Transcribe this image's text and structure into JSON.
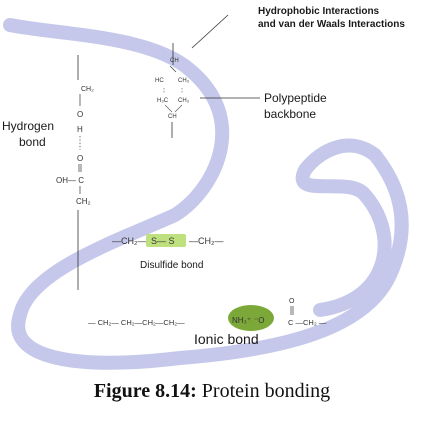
{
  "labels": {
    "hydrophobic_line1": "Hydrophobic Interactions",
    "hydrophobic_line2": "and van der Waals Interactions",
    "polypeptide_line1": "Polypeptide",
    "polypeptide_line2": "backbone",
    "hydrogen_line1": "Hydrogen",
    "hydrogen_line2": "bond",
    "disulfide": "Disulfide bond",
    "ionic": "Ionic bond"
  },
  "chem": {
    "ch2_top": "CH₂",
    "c_left": "C",
    "o_left": "O",
    "h_left": "H",
    "o_lower": "O",
    "oh_c": "OH— C",
    "ch2_lower": "CH₂",
    "hc_top": "HC",
    "ch3_top": "CH₃",
    "h3c_mid": "H₃C",
    "ch3_mid": "CH₃",
    "ch_mid": "CH",
    "ch_small": "CH",
    "disulfide_left": "—CH₂—",
    "s_s": "S— S",
    "disulfide_right": "—CH₂—",
    "ionic_chain": "— CH₂— CH₂—CH₂—CH₂—",
    "nh3": "NH₃⁺",
    "o_minus": "⁻O",
    "o_top": "O",
    "ionic_right": "C —CH₂ —"
  },
  "colors": {
    "backbone": "#c5c8ea",
    "ion_blob": "#7ba838",
    "ss_box": "#bfe07f",
    "ion_green": "#86b63e"
  },
  "caption": {
    "figure_label": "Figure 8.14:",
    "title": "Protein bonding"
  }
}
